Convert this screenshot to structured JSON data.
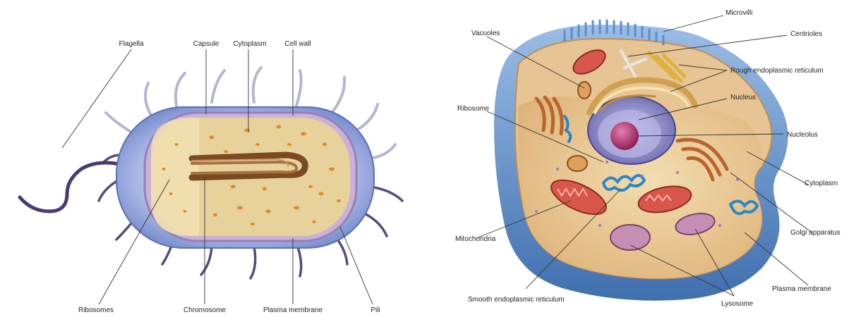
{
  "prokaryote": {
    "labels": {
      "flagella": "Flagella",
      "capsule": "Capsule",
      "cytoplasm": "Cytoplasm",
      "cell_wall": "Cell wall",
      "ribosomes": "Ribosomes",
      "chromosome": "Chromosome",
      "plasma_membrane": "Plasma membrane",
      "pili": "Pili"
    }
  },
  "eukaryote": {
    "labels": {
      "microvilli": "Microvilli",
      "vacuoles": "Vacuoles",
      "centrioles": "Centrioles",
      "rough_er": "Rough endoplasmic reticulum",
      "nucleus": "Nucleus",
      "ribosome": "Ribosome",
      "nucleolus": "Nucleolus",
      "cytoplasm": "Cytoplasm",
      "golgi": "Golgi apparatus",
      "mitochondria": "Mitochondria",
      "plasma_membrane": "Plasma membrane",
      "smooth_er": "Smooth endoplasmic reticulum",
      "lysosome": "Lysosome"
    }
  },
  "colors": {
    "capsule_blue": "#6f86c8",
    "cytoplasm_tan": "#e6cf96",
    "chromosome_brown": "#8a5a2c",
    "dots_orange": "#e08a2a",
    "pili_purple": "#5a4a7a",
    "cell_blue": "#4f7fbf",
    "mitochondria_red": "#d9564a",
    "smooth_er_blue": "#2a86c9",
    "golgi_brown": "#b8642a",
    "nucleus_violet": "#7c74b8",
    "nucleolus_magenta": "#b0336a",
    "lysosome_pink": "#c58fb4"
  }
}
